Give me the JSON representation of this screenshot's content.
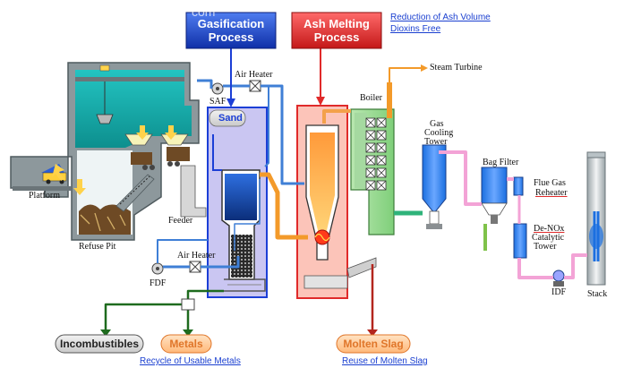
{
  "header": {
    "watermark": "com",
    "gasification_process": "Gasification Process",
    "ash_melting_process": "Ash Melting Process",
    "benefit_link_1": "Reduction of Ash Volume",
    "benefit_link_2": "Dioxins Free"
  },
  "labels": {
    "platform": "Platform",
    "refuse_pit": "Refuse Pit",
    "feeder": "Feeder",
    "sand": "Sand",
    "saf": "SAF",
    "air_heater_top": "Air Heater",
    "air_heater_bottom": "Air Heater",
    "fdf": "FDF",
    "boiler": "Boiler",
    "steam_turbine": "Steam Turbine",
    "gas_cooling_tower": [
      "Gas",
      "Cooling",
      "Tower"
    ],
    "bag_filter": "Bag Filter",
    "flue_gas_reheater": [
      "Flue Gas",
      "Reheater"
    ],
    "de_nox_tower": [
      "De-NOx",
      "Catalytic",
      "Tower"
    ],
    "idf": "IDF",
    "stack": "Stack"
  },
  "outputs": {
    "incombustibles": "Incombustibles",
    "metals": "Metals",
    "molten_slag": "Molten Slag",
    "recycle_link": "Recycle of Usable Metals",
    "reuse_link": "Reuse of Molten Slag"
  },
  "colors": {
    "gasification_box": "#1c3fd6",
    "ash_melting_box": "#e02a2a",
    "steel_gray": "#7f8a8f",
    "water_teal": "#17a8a8",
    "air_blue": "#3f7fd6",
    "hot_orange": "#f39a2a",
    "boiler_green": "#2fb37a",
    "clean_pink": "#f3a3d6",
    "sand_panel": "#b8b3ee",
    "melt_panel": "#fbb5a8",
    "slag_red": "#b3261e",
    "residue_green": "#1e6b1e"
  }
}
